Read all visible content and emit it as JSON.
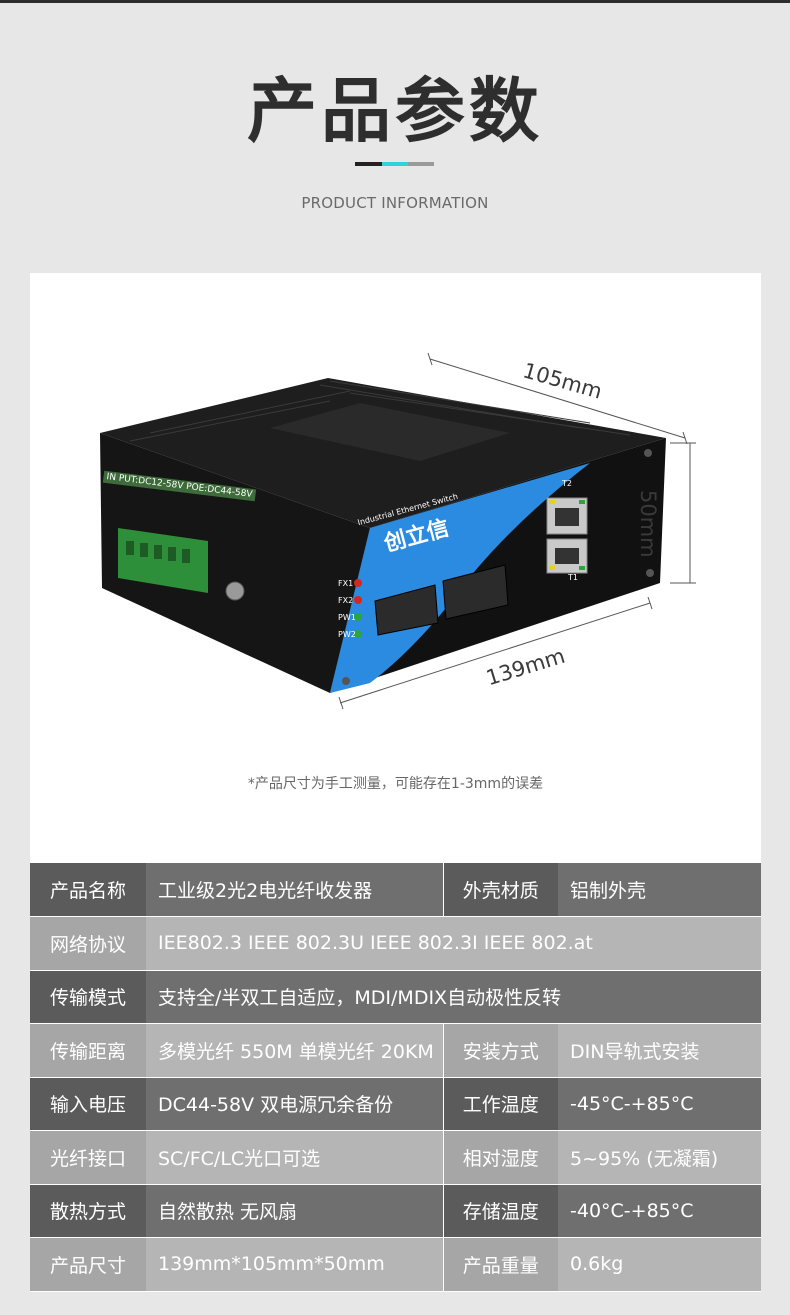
{
  "header": {
    "title": "产品参数",
    "subtitle": "PRODUCT INFORMATION"
  },
  "product": {
    "dimensions": {
      "width": "105mm",
      "height": "50mm",
      "length": "139mm"
    },
    "brand": "创立信",
    "device_label": "Industrial Ethernet Switch",
    "input_label": "IN PUT:DC12-58V POE:DC44-58V",
    "leds": [
      "FX1",
      "FX2",
      "PW1",
      "PW2"
    ],
    "ports": [
      "T2",
      "T1"
    ],
    "disclaimer": "*产品尺寸为手工测量，可能存在1-3mm的误差"
  },
  "specs": [
    {
      "k1": "产品名称",
      "v1": "工业级2光2电光纤收发器",
      "k2": "外壳材质",
      "v2": "铝制外壳"
    },
    {
      "k1": "网络协议",
      "v1": "IEE802.3 IEEE 802.3U IEEE 802.3I IEEE 802.at"
    },
    {
      "k1": "传输模式",
      "v1": "支持全/半双工自适应，MDI/MDIX自动极性反转"
    },
    {
      "k1": "传输距离",
      "v1": "多模光纤 550M  单模光纤 20KM",
      "k2": "安装方式",
      "v2": "DIN导轨式安装"
    },
    {
      "k1": "输入电压",
      "v1": "DC44-58V 双电源冗余备份",
      "k2": "工作温度",
      "v2": "-45°C-+85°C"
    },
    {
      "k1": "光纤接口",
      "v1": "SC/FC/LC光口可选",
      "k2": "相对湿度",
      "v2": "5~95% (无凝霜)"
    },
    {
      "k1": "散热方式",
      "v1": "自然散热 无风扇",
      "k2": "存储温度",
      "v2": "-40°C-+85°C"
    },
    {
      "k1": "产品尺寸",
      "v1": "139mm*105mm*50mm",
      "k2": "产品重量",
      "v2": "0.6kg"
    }
  ],
  "colors": {
    "accent": "#2fd3d9",
    "device_blue": "#2a8be0",
    "row_dark": "#6f6f6f",
    "row_light": "#b5b5b5"
  }
}
